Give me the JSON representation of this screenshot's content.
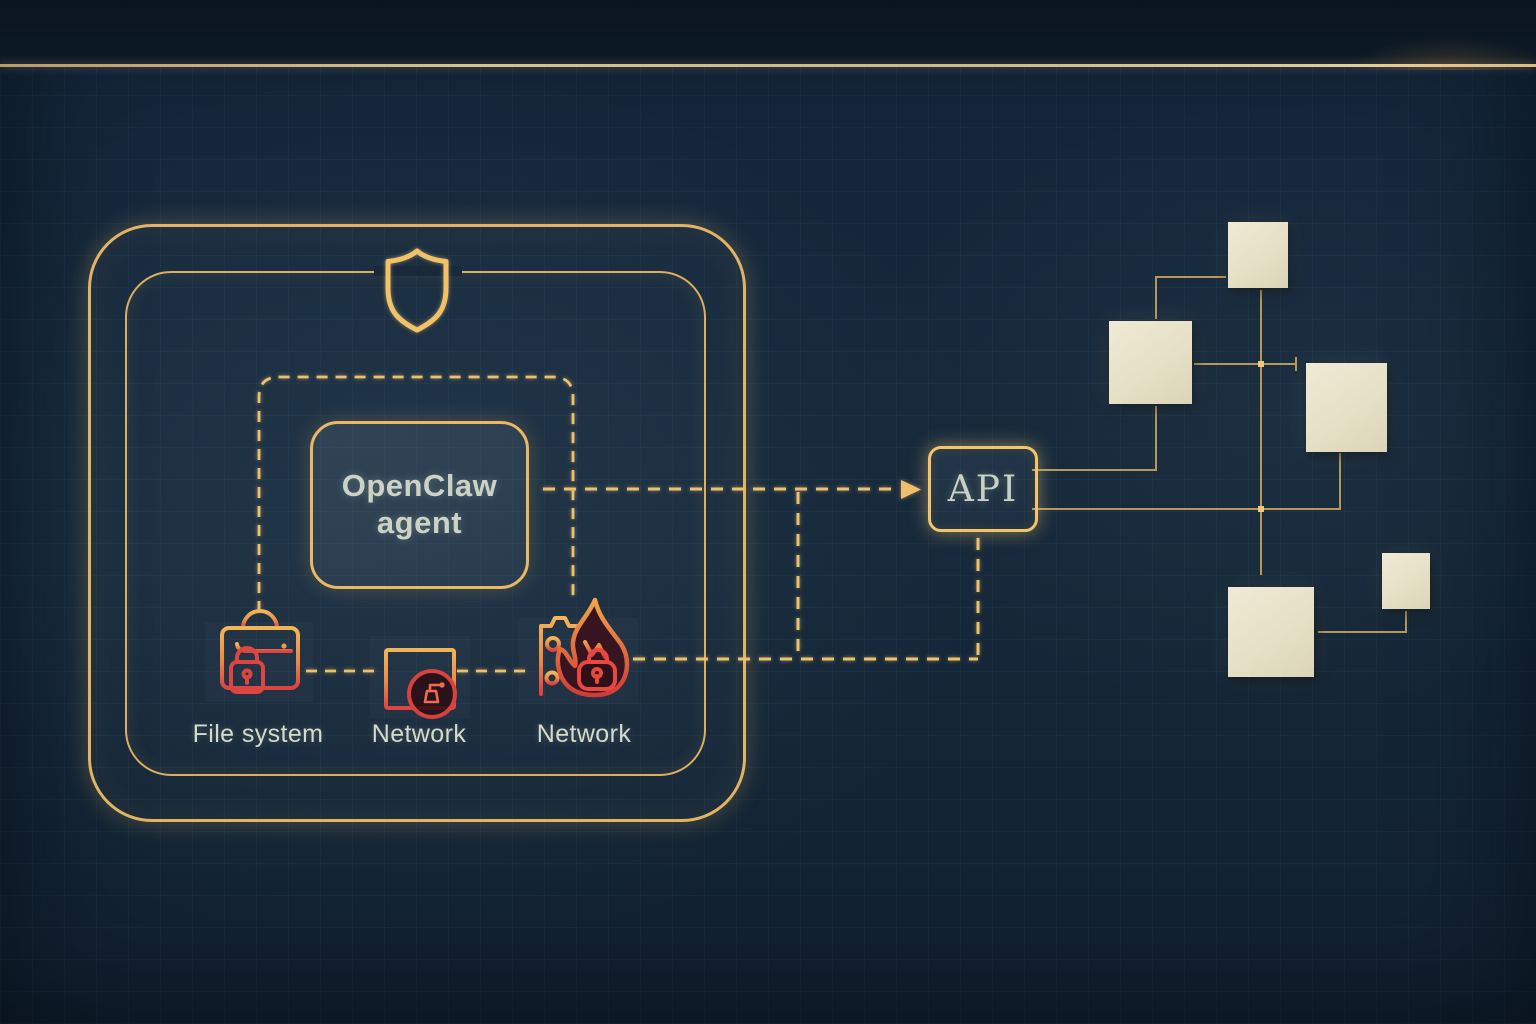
{
  "diagram": {
    "sandbox": {
      "shield_icon": "shield-icon",
      "agent": {
        "label": "OpenClaw agent"
      },
      "resources": [
        {
          "icon": "file-system-lock-icon",
          "label": "File system"
        },
        {
          "icon": "network-server-lock-icon",
          "label": "Network"
        },
        {
          "icon": "network-document-fire-lock-icon",
          "label": "Network"
        }
      ]
    },
    "api": {
      "label": "API"
    },
    "external_nodes": {
      "count": 5
    },
    "colors": {
      "background": "#15283a",
      "top_band": "#0d1a26",
      "gold_accent": "#e9bc67",
      "alert_red": "#d84340",
      "node_square_fill": "#e9e3cc",
      "text": "#d3d8c6"
    }
  }
}
